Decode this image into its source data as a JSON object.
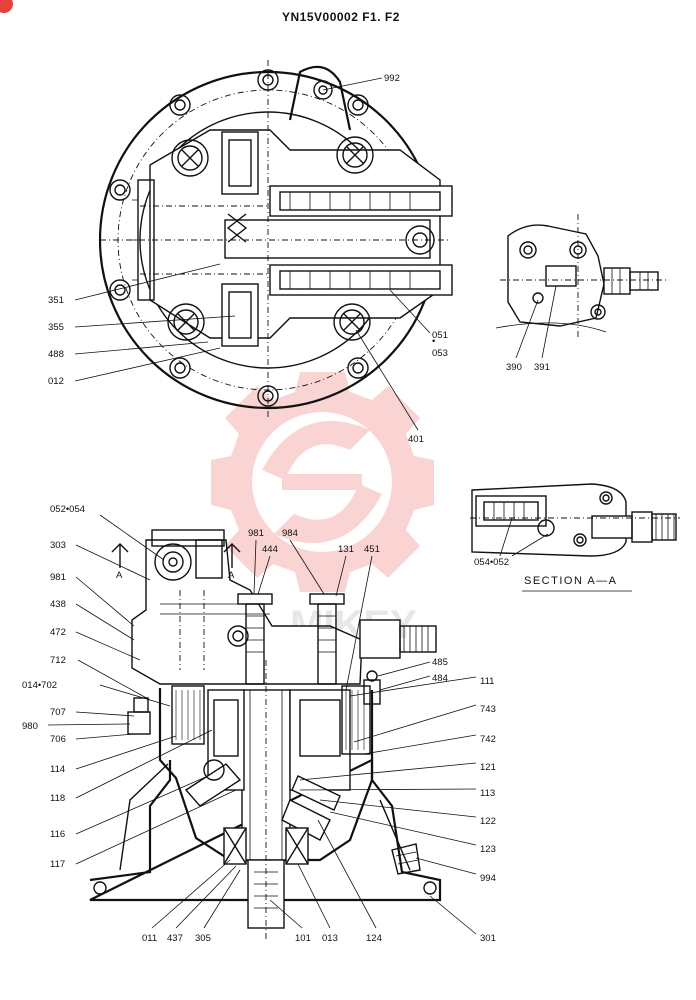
{
  "header": {
    "title": "YN15V00002 F1. F2"
  },
  "watermark": {
    "text": "MIKEY",
    "color": "#e8413b"
  },
  "section": {
    "label": "SECTION  A—A",
    "arrow_label": "A"
  },
  "callouts": {
    "top_view": [
      {
        "id": "c992",
        "text": "992"
      },
      {
        "id": "c351",
        "text": "351"
      },
      {
        "id": "c355",
        "text": "355"
      },
      {
        "id": "c488",
        "text": "488"
      },
      {
        "id": "c012",
        "text": "012"
      },
      {
        "id": "c051",
        "text": "051"
      },
      {
        "id": "c053",
        "text": "053"
      },
      {
        "id": "c401",
        "text": "401"
      },
      {
        "id": "c390",
        "text": "390"
      },
      {
        "id": "c391",
        "text": "391"
      }
    ],
    "section_view": [
      {
        "id": "c054052",
        "text": "054•052"
      }
    ],
    "side_view": [
      {
        "id": "c052054",
        "text": "052•054"
      },
      {
        "id": "c303",
        "text": "303"
      },
      {
        "id": "c981a",
        "text": "981"
      },
      {
        "id": "c438",
        "text": "438"
      },
      {
        "id": "c472",
        "text": "472"
      },
      {
        "id": "c712",
        "text": "712"
      },
      {
        "id": "c014702",
        "text": "014•702"
      },
      {
        "id": "c707",
        "text": "707"
      },
      {
        "id": "c980",
        "text": "980"
      },
      {
        "id": "c706",
        "text": "706"
      },
      {
        "id": "c114",
        "text": "114"
      },
      {
        "id": "c118",
        "text": "118"
      },
      {
        "id": "c116",
        "text": "116"
      },
      {
        "id": "c117",
        "text": "117"
      },
      {
        "id": "c011",
        "text": "011"
      },
      {
        "id": "c437",
        "text": "437"
      },
      {
        "id": "c305",
        "text": "305"
      },
      {
        "id": "c101",
        "text": "101"
      },
      {
        "id": "c013",
        "text": "013"
      },
      {
        "id": "c124",
        "text": "124"
      },
      {
        "id": "c301",
        "text": "301"
      },
      {
        "id": "c994",
        "text": "994"
      },
      {
        "id": "c123",
        "text": "123"
      },
      {
        "id": "c122",
        "text": "122"
      },
      {
        "id": "c113",
        "text": "113"
      },
      {
        "id": "c121",
        "text": "121"
      },
      {
        "id": "c742",
        "text": "742"
      },
      {
        "id": "c743",
        "text": "743"
      },
      {
        "id": "c111",
        "text": "111"
      },
      {
        "id": "c484",
        "text": "484"
      },
      {
        "id": "c485",
        "text": "485"
      },
      {
        "id": "c981b",
        "text": "981"
      },
      {
        "id": "c444",
        "text": "444"
      },
      {
        "id": "c984",
        "text": "984"
      },
      {
        "id": "c131",
        "text": "131"
      },
      {
        "id": "c451",
        "text": "451"
      }
    ]
  }
}
